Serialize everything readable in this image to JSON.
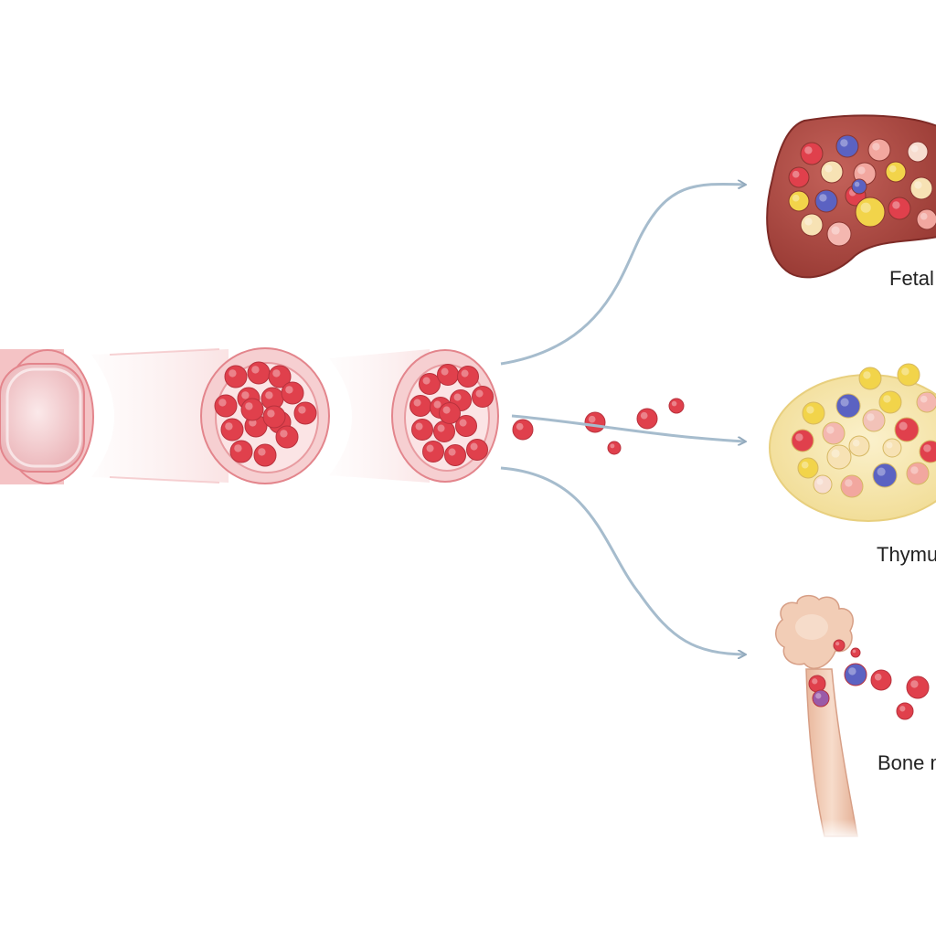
{
  "labels": {
    "fetal": "Fetal",
    "thymus": "Thymu",
    "bone": "Bone m"
  },
  "icons": [
    "blood-vessel-icon",
    "liver-icon",
    "thymus-icon",
    "bone-icon",
    "arrow-icon",
    "blood-cell-icon"
  ],
  "colors": {
    "vessel_wall": "#f3b9b9",
    "vessel_outline": "#e07f86",
    "red_cell": "#e0404c",
    "liver": "#a8413c",
    "thymus": "#f7e9b0",
    "bone": "#f1c9b0",
    "arrow": "#9fb6c8",
    "blue_cell": "#5b62c2",
    "yellow_cell": "#f2d44a"
  }
}
